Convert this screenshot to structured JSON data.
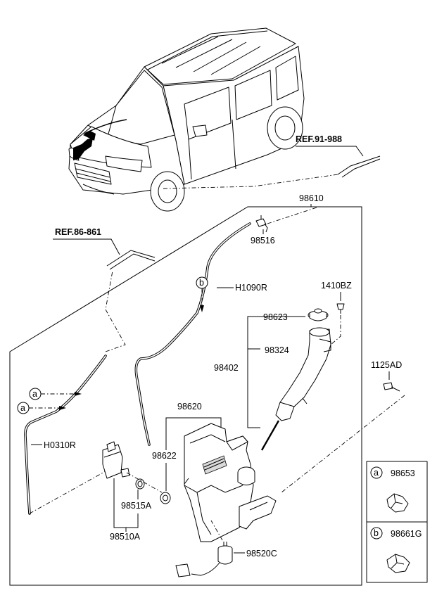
{
  "vehicle": {
    "icon": "suv-vehicle-icon"
  },
  "references": {
    "ref_front": "REF.91-988",
    "ref_left": "REF.86-861"
  },
  "assembly": {
    "label": "98610"
  },
  "parts": {
    "p98516": "98516",
    "p1410BZ": "1410BZ",
    "pH1090R": "H1090R",
    "p98623": "98623",
    "p98324": "98324",
    "p98402": "98402",
    "p1125AD": "1125AD",
    "p98620": "98620",
    "p98622": "98622",
    "pH0310R": "H0310R",
    "p98515A": "98515A",
    "p98510A": "98510A",
    "p98520C": "98520C"
  },
  "callouts": {
    "a": "a",
    "b": "b"
  },
  "legend": {
    "items": [
      {
        "letter": "a",
        "part": "98653",
        "icon": "hose-clip-icon"
      },
      {
        "letter": "b",
        "part": "98661G",
        "icon": "hose-clip-icon"
      }
    ]
  }
}
